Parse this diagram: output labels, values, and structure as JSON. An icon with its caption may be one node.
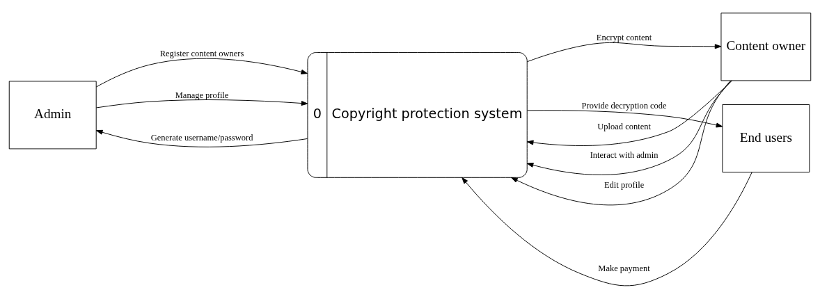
{
  "diagram": {
    "nodes": [
      {
        "text": [
          "Admin"
        ]
      },
      {
        "text": [
          "0",
          "Copyright protection system"
        ]
      },
      {
        "text": [
          "Content owner"
        ]
      },
      {
        "text": [
          "End users"
        ]
      }
    ],
    "edges": [
      {
        "from": 0,
        "to": 1,
        "arrow": "to",
        "label": "Register content owners"
      },
      {
        "from": 1,
        "to": 0,
        "arrow": "to",
        "label": "Generate username/password"
      },
      {
        "from": 0,
        "to": 1,
        "arrow": "to",
        "label": "Manage profile"
      },
      {
        "from": 2,
        "to": 1,
        "arrow": "to",
        "label": "Upload content"
      },
      {
        "from": 1,
        "to": 2,
        "arrow": "to",
        "label": "Encrypt content"
      },
      {
        "from": 2,
        "to": 1,
        "arrow": "to",
        "label": "Interact with admin"
      },
      {
        "from": 2,
        "to": 1,
        "arrow": "to",
        "label": "Edit profile"
      },
      {
        "from": 3,
        "to": 1,
        "arrow": "to",
        "label": "Make payment"
      },
      {
        "from": 1,
        "to": 3,
        "arrow": "to",
        "label": "Provide decryption code"
      }
    ]
  }
}
